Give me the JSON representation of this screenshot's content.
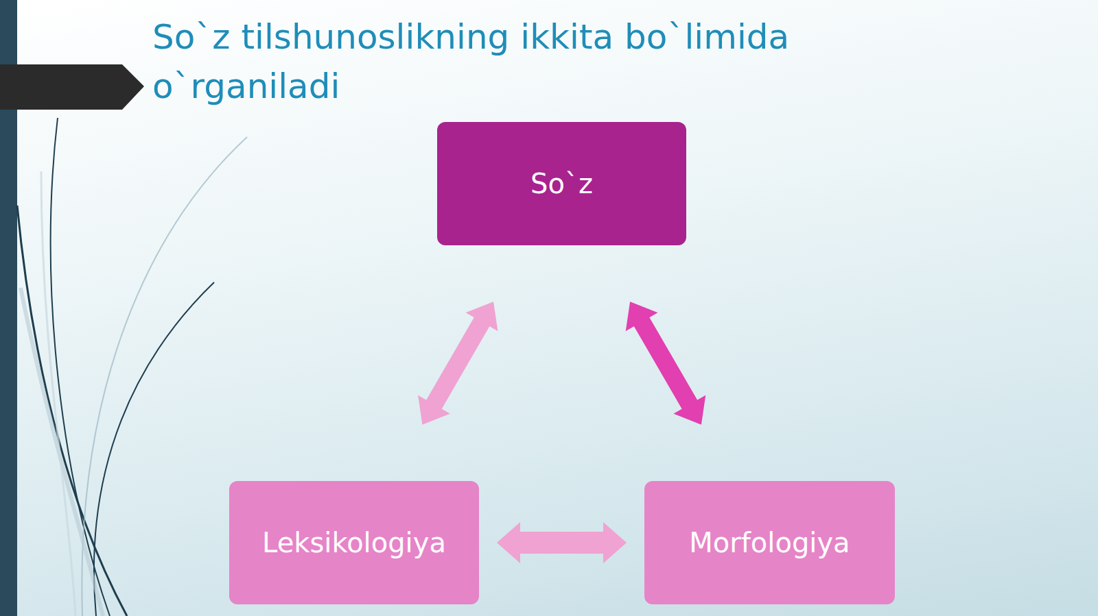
{
  "diagram": {
    "title": "So`z tilshunoslikning ikkita bo`limida o`rganiladi",
    "nodes": [
      {
        "text": [
          "So`z"
        ]
      },
      {
        "text": [
          "Leksikologiya"
        ]
      },
      {
        "text": [
          "Morfologiya"
        ]
      }
    ],
    "edges": [
      {
        "from": 0,
        "to": 1,
        "arrow": "both"
      },
      {
        "from": 0,
        "to": 2,
        "arrow": "both"
      },
      {
        "from": 1,
        "to": 2,
        "arrow": "both"
      }
    ]
  }
}
